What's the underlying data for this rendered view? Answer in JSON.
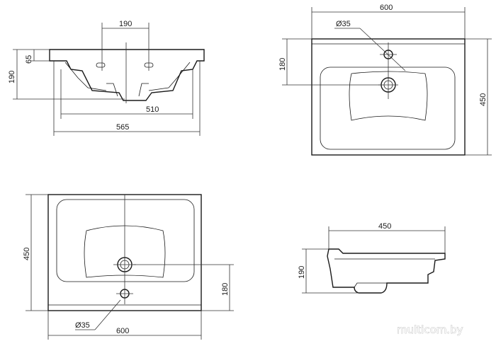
{
  "front_view": {
    "d_190_top": "190",
    "d_65": "65",
    "d_190_left": "190",
    "d_510": "510",
    "d_565": "565"
  },
  "top_right_view": {
    "d_600": "600",
    "d_diam35": "Ø35",
    "d_180": "180",
    "d_450": "450"
  },
  "bottom_left_view": {
    "d_450": "450",
    "d_180": "180",
    "d_diam35": "Ø35",
    "d_600": "600"
  },
  "side_view": {
    "d_450": "450",
    "d_190": "190"
  },
  "watermark": "multicom.by"
}
